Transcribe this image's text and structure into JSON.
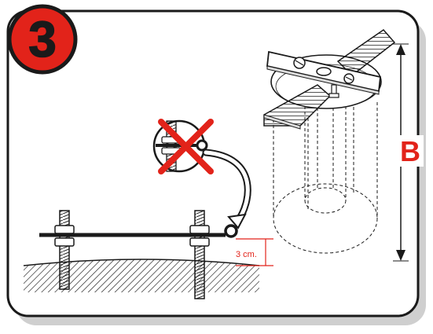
{
  "step": {
    "number": "3",
    "badge_fill": "#e2231a",
    "badge_text_color": "#1a1a1a"
  },
  "labels": {
    "height_letter": "B",
    "height_letter_color": "#e2231a",
    "gap_measure": "3 cm.",
    "measure_color": "#e2231a"
  },
  "icons": {
    "wrong": "cross-mark-icon",
    "instruction_arrow": "curved-arrow-icon"
  },
  "colors": {
    "line": "#1a1a1a",
    "frame_shadow": "#cfcfcf",
    "stick_fill": "#dcdcdc",
    "cross": "#e2231a"
  }
}
